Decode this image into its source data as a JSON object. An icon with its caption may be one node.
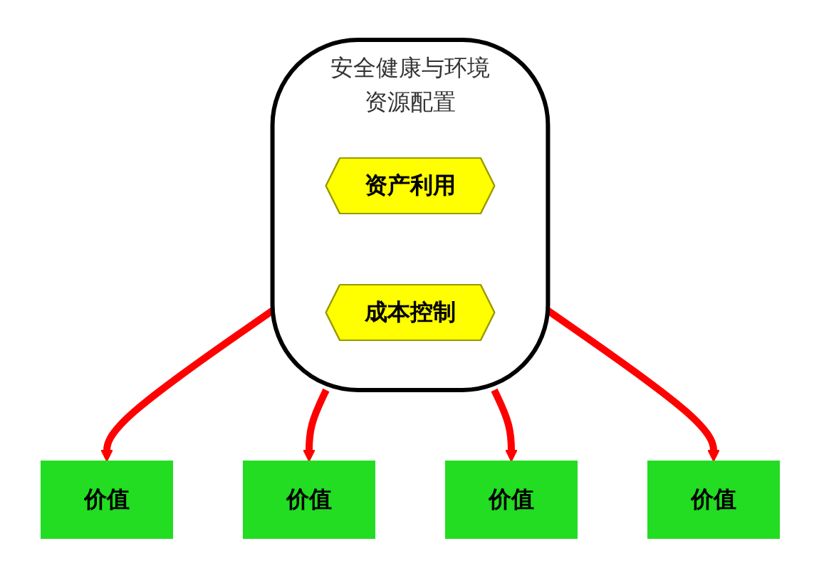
{
  "diagram": {
    "nodes": [
      {
        "text": [
          "安全健康与环境",
          "资源配置"
        ]
      },
      {
        "text": [
          "资产利用"
        ],
        "in": 0
      },
      {
        "text": [
          "成本控制"
        ],
        "in": 0
      },
      {
        "text": [
          "价值"
        ]
      },
      {
        "text": [
          "价值"
        ]
      },
      {
        "text": [
          "价值"
        ]
      },
      {
        "text": [
          "价值"
        ]
      }
    ],
    "edges": [
      {
        "from": 0,
        "to": 3,
        "arrow": "to",
        "color": "#ff0000"
      },
      {
        "from": 0,
        "to": 4,
        "arrow": "to",
        "color": "#ff0000"
      },
      {
        "from": 0,
        "to": 5,
        "arrow": "to",
        "color": "#ff0000"
      },
      {
        "from": 0,
        "to": 6,
        "arrow": "to",
        "color": "#ff0000"
      }
    ]
  }
}
